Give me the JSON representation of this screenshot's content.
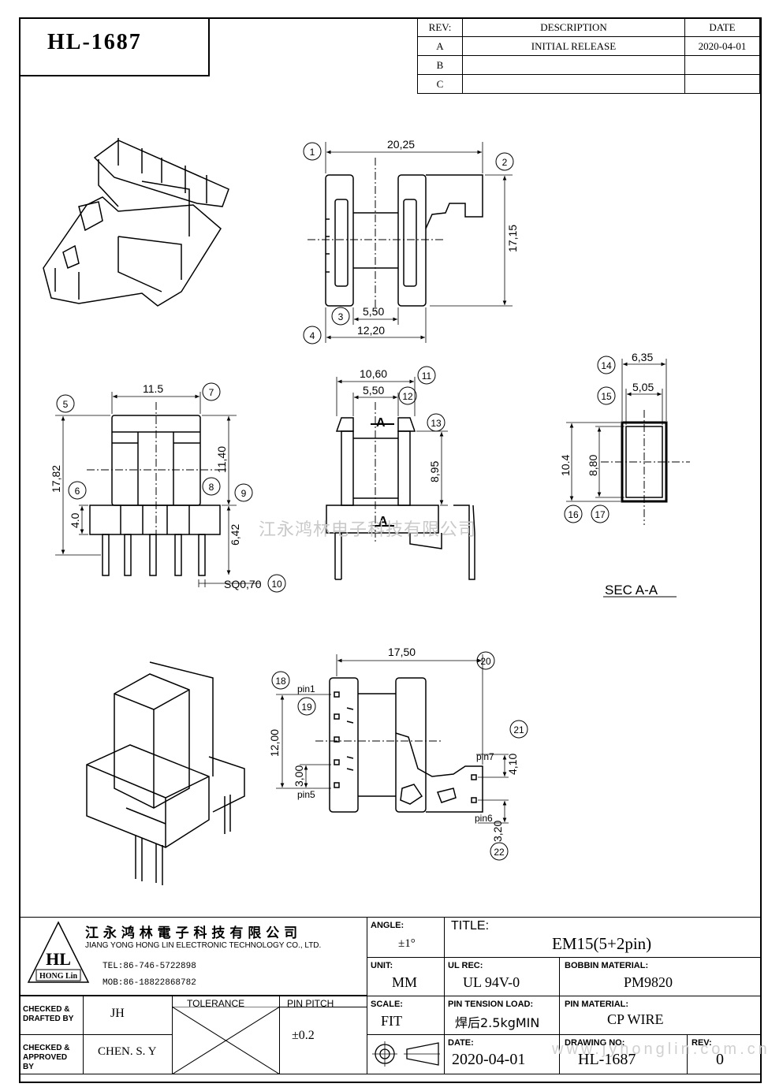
{
  "part_number": "HL-1687",
  "revision_table": {
    "headers": {
      "rev": "REV:",
      "description": "DESCRIPTION",
      "date": "DATE"
    },
    "rows": [
      {
        "rev": "A",
        "description": "INITIAL RELEASE",
        "date": "2020-04-01"
      },
      {
        "rev": "B",
        "description": "",
        "date": ""
      },
      {
        "rev": "C",
        "description": "",
        "date": ""
      }
    ]
  },
  "dimensions": {
    "d1": "20,25",
    "d2": "17,15",
    "d3": "5,50",
    "d4": "12,20",
    "d5": "11.5",
    "d6": "17,82",
    "d7": "11,40",
    "d8": "4.0",
    "d9": "6,42",
    "d10": "SQ0,70",
    "d11": "10,60",
    "d12": "5,50",
    "d13": "8,95",
    "d14": "6,35",
    "d15": "5,05",
    "d16": "10.4",
    "d17": "8,80",
    "d18": "17,50",
    "d19": "12,00",
    "d20": "3,00",
    "d21": "4,10",
    "d22": "3,20"
  },
  "balloons": [
    "1",
    "2",
    "3",
    "4",
    "5",
    "6",
    "7",
    "8",
    "9",
    "10",
    "11",
    "12",
    "13",
    "14",
    "15",
    "16",
    "17",
    "18",
    "19",
    "20",
    "21",
    "22"
  ],
  "section_labels": {
    "a_top": "A",
    "a_bottom": "A",
    "section": "SEC A-A"
  },
  "pin_labels": {
    "pin1": "pin1",
    "pin5": "pin5",
    "pin6": "pin6",
    "pin7": "pin7"
  },
  "watermark": "江永鸿林电子科技有限公司",
  "watermark_url": "www.jyhonglin.com.cn",
  "title_block": {
    "company_cn": "江 永 鸿 林 電 子 科 技 有 限 公 司",
    "company_en": "JIANG YONG HONG LIN ELECTRONIC TECHNOLOGY CO., LTD.",
    "tel": "TEL:86-746-5722898",
    "mob": "MOB:86-18822868782",
    "logo_text": "HL",
    "logo_sub": "HONG Lin",
    "angle_label": "ANGLE:",
    "angle_value": "±1°",
    "title_label": "TITLE:",
    "title_value": "EM15(5+2pin)",
    "unit_label": "UNIT:",
    "unit_value": "MM",
    "ul_label": "UL REC:",
    "ul_value": "UL 94V-0",
    "bobbin_label": "BOBBIN MATERIAL:",
    "bobbin_value": "PM9820",
    "checked_drafted_label": "CHECKED & DRAFTED BY",
    "checked_drafted_value": "JH",
    "tolerance_label": "TOLERANCE",
    "pin_pitch_label": "PIN PITCH",
    "pin_pitch_value": "±0.2",
    "scale_label": "SCALE:",
    "scale_value": "FIT",
    "pin_tension_label": "PIN TENSION LOAD:",
    "pin_tension_value": "焊后2.5kgMIN",
    "pin_material_label": "PIN MATERIAL:",
    "pin_material_value": "CP WIRE",
    "checked_approved_label": "CHECKED & APPROVED BY",
    "checked_approved_value": "CHEN. S. Y",
    "date_label": "DATE:",
    "date_value": "2020-04-01",
    "drawing_no_label": "DRAWING NO:",
    "drawing_no_value": "HL-1687",
    "rev_label": "REV:",
    "rev_value": "0"
  }
}
